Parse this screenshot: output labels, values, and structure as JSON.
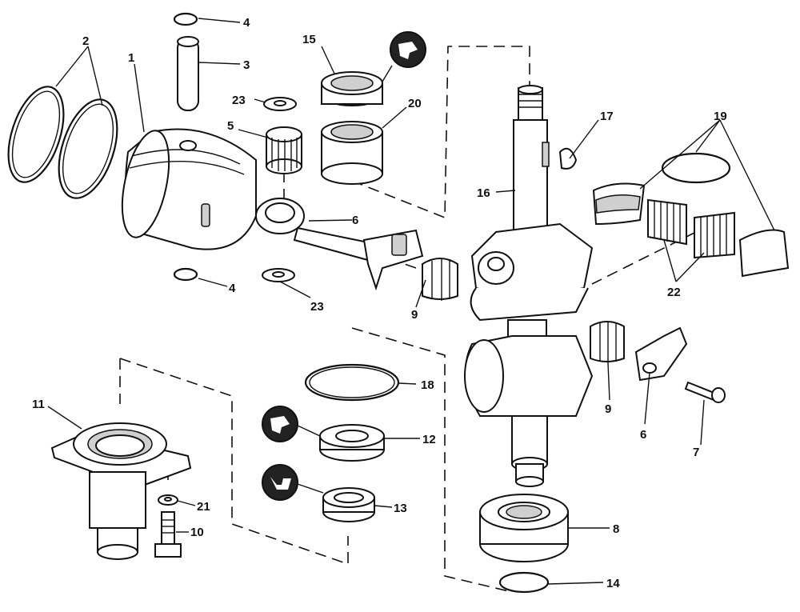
{
  "callouts": {
    "c1": "1",
    "c2": "2",
    "c3": "3",
    "c4a": "4",
    "c4b": "4",
    "c5": "5",
    "c6a": "6",
    "c6b": "6",
    "c7": "7",
    "c8": "8",
    "c9a": "9",
    "c9b": "9",
    "c10": "10",
    "c11": "11",
    "c12": "12",
    "c13": "13",
    "c14": "14",
    "c15": "15",
    "c16": "16",
    "c17": "17",
    "c18": "18",
    "c19": "19",
    "c20": "20",
    "c21": "21",
    "c22": "22",
    "c23a": "23",
    "c23b": "23"
  },
  "icons": {
    "sealant_icon_top": "sealant-symbol-icon",
    "sealant_icon_12": "sealant-symbol-icon",
    "lubricant_icon_13": "lubricant-symbol-icon"
  }
}
